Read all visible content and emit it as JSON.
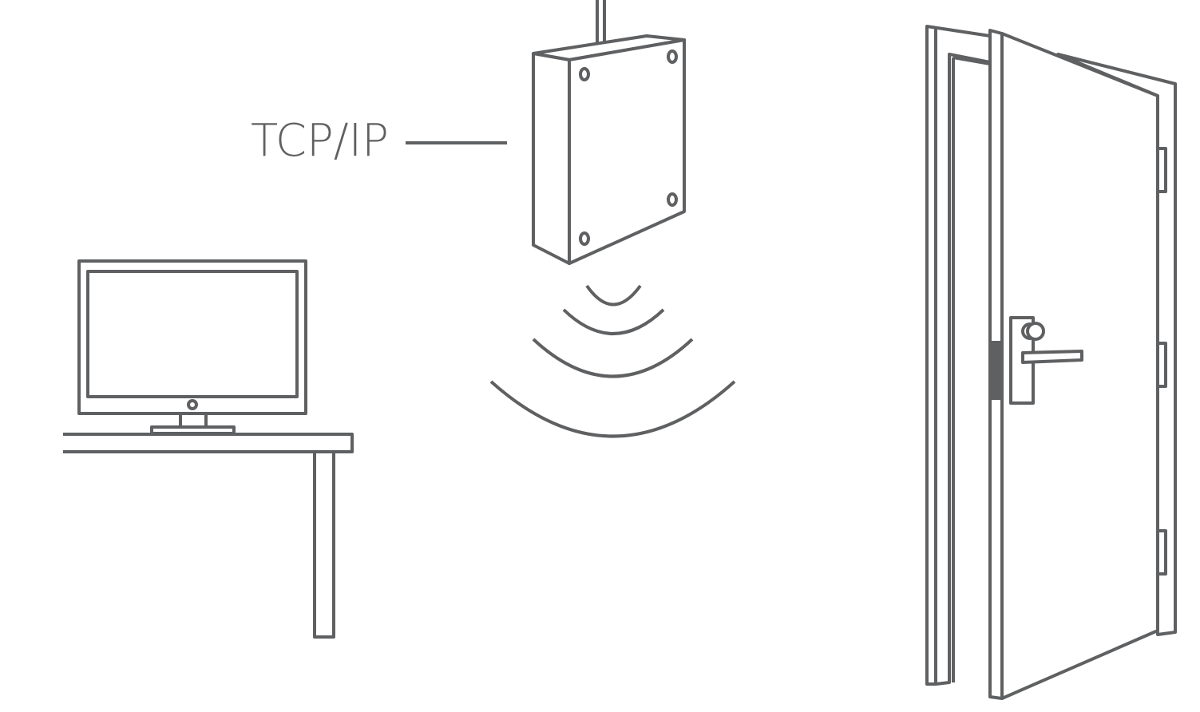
{
  "diagram": {
    "connection_label": "TCP/IP",
    "stroke_color": "#5f6062",
    "elements": [
      "computer-on-desk",
      "wireless-gateway",
      "radio-waves",
      "door-with-electronic-lock"
    ]
  }
}
